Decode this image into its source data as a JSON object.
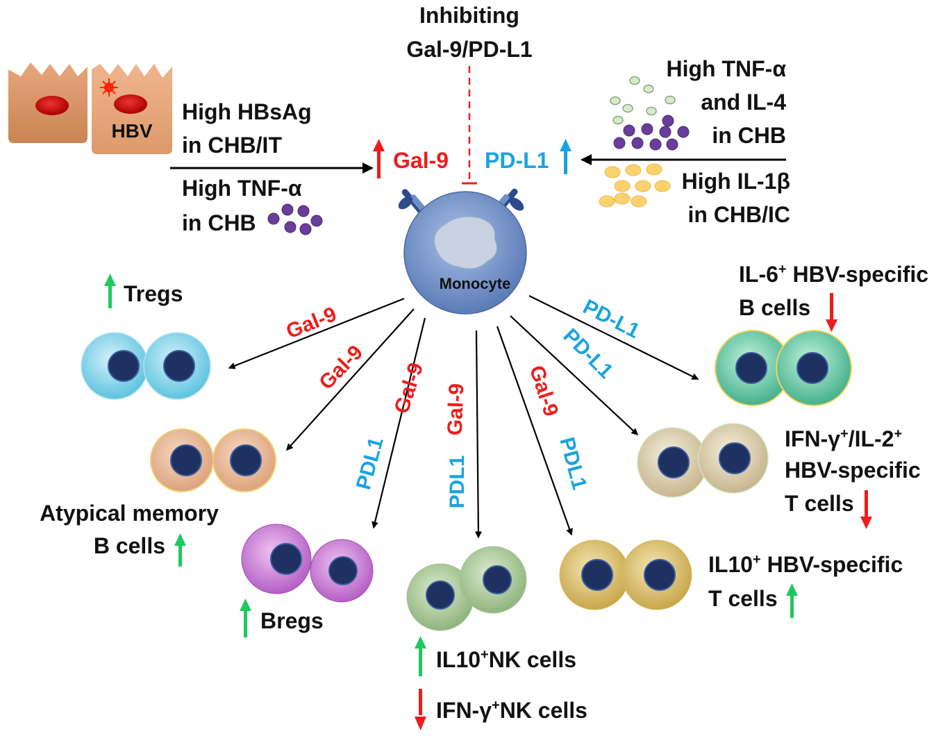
{
  "colors": {
    "gal9": "#ee1c1c",
    "pdl1": "#1aa3e0",
    "up_arrow": "#1ec95e",
    "down_arrow": "#ee1c1c",
    "monocyte": "#6f8fc6",
    "nucleus": "#1e3160"
  },
  "top": {
    "inhibit_line1": "Inhibiting",
    "inhibit_line2": "Gal-9/PD-L1"
  },
  "left_input": {
    "hbv_label": "HBV",
    "hbsag_line1": "High HBsAg",
    "hbsag_line2": "in CHB/IT",
    "tnf_line1": "High TNF-α",
    "tnf_line2": "in CHB"
  },
  "right_input": {
    "tnf_il4_line1": "High TNF-α",
    "tnf_il4_line2": "and IL-4",
    "tnf_il4_line3": "in CHB",
    "il1b_line1": "High IL-1β",
    "il1b_line2": "in CHB/IC"
  },
  "center": {
    "gal9": "Gal-9",
    "pdl1": "PD-L1",
    "monocyte": "Monocyte"
  },
  "rays": {
    "tregs": "Gal-9",
    "atypical": "Gal-9",
    "bregs_gal9": "Gal-9",
    "bregs_pdl1": "PDL1",
    "nk_gal9": "Gal-9",
    "nk_pdl1": "PDL1",
    "il10t_gal9": "Gal-9",
    "il10t_pdl1": "PDL1",
    "ifn_t_pdl1": "PD-L1",
    "il6b_pdl1": "PD-L1"
  },
  "targets": {
    "tregs": "Tregs",
    "atypical_line1": "Atypical memory",
    "atypical_line2": "B cells",
    "bregs": "Bregs",
    "il10nk_prefix": "IL10",
    "il10nk_sup": "+",
    "il10nk_suffix": "NK cells",
    "ifnnk_prefix": "IFN-γ",
    "ifnnk_sup": "+",
    "ifnnk_suffix": "NK cells",
    "il10t_prefix": "IL10",
    "il10t_sup": "+",
    "il10t_suffix": " HBV-specific",
    "il10t_line2": "T cells",
    "ifnt_part1": "IFN-γ",
    "ifnt_sup1": "+",
    "ifnt_part2": "/IL-2",
    "ifnt_sup2": "+",
    "ifnt_line2": "HBV-specific",
    "ifnt_line3": "T cells",
    "il6b_prefix": "IL-6",
    "il6b_sup": "+",
    "il6b_suffix": " HBV-specific",
    "il6b_line2": "B cells"
  }
}
